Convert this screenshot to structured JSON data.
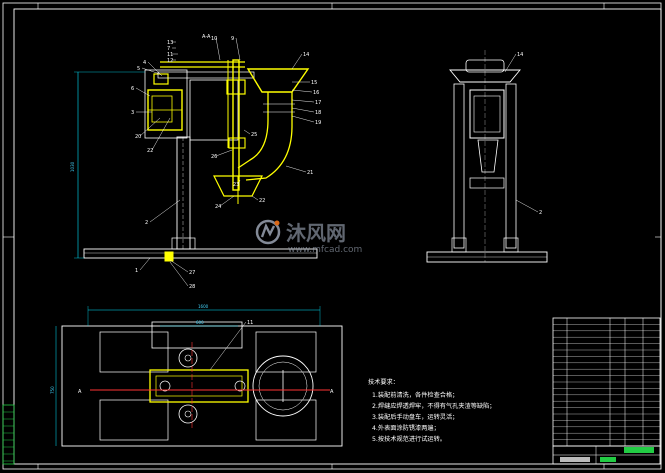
{
  "section_label": "A-A",
  "view_markers": {
    "left": "A",
    "right": "A"
  },
  "dimensions": {
    "total_height": "1030",
    "plan_width": "1600",
    "plan_inner_width": "600",
    "plan_depth": "750"
  },
  "callouts_front": [
    {
      "n": "4"
    },
    {
      "n": "5"
    },
    {
      "n": "6"
    },
    {
      "n": "3"
    },
    {
      "n": "20"
    },
    {
      "n": "22"
    },
    {
      "n": "13"
    },
    {
      "n": "7"
    },
    {
      "n": "11"
    },
    {
      "n": "12"
    },
    {
      "n": "10"
    },
    {
      "n": "9"
    },
    {
      "n": "14"
    },
    {
      "n": "15"
    },
    {
      "n": "16"
    },
    {
      "n": "17"
    },
    {
      "n": "18"
    },
    {
      "n": "19"
    },
    {
      "n": "25"
    },
    {
      "n": "26"
    },
    {
      "n": "21"
    },
    {
      "n": "23"
    },
    {
      "n": "24"
    },
    {
      "n": "22"
    },
    {
      "n": "2"
    },
    {
      "n": "1"
    },
    {
      "n": "27"
    },
    {
      "n": "28"
    }
  ],
  "callouts_side": [
    {
      "n": "14"
    },
    {
      "n": "2"
    }
  ],
  "callouts_plan": [
    {
      "n": "11"
    }
  ],
  "tech_notes": {
    "title": "技术要求：",
    "items": [
      "1.装配前清洗，各件检查合格；",
      "2.焊缝应焊透焊牢，不得有气孔夹渣等缺陷；",
      "3.装配后手动盘车，运转灵活；",
      "4.外表面涂防锈漆两遍；",
      "5.按技术规范进行试运转。"
    ]
  },
  "watermark": {
    "brand": "沐风网",
    "url": "www.mfcad.com"
  },
  "colors": {
    "background": "#000000",
    "outline": "#ffffff",
    "highlight": "#ffff00",
    "dimension": "#00e5ff",
    "centerline": "#ff3333",
    "title_block_green": "#22cc44"
  }
}
